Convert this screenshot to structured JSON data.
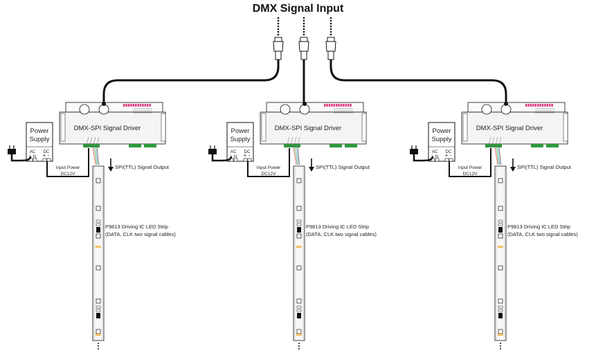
{
  "title": "DMX Signal Input",
  "driver_label": "DMX-SPI Signal Driver",
  "power_supply": {
    "line1": "Power",
    "line2": "Supply",
    "ac": "AC",
    "dc": "DC",
    "l": "L",
    "n": "N",
    "plus": "+",
    "minus": "-"
  },
  "input_power": {
    "line1": "Input Power",
    "line2": "DC12V"
  },
  "spi_output": "SPI(TTL) Signal Output",
  "strip_label": {
    "line1": "P9813 Driving IC LED Strip",
    "line2": "(DATA, CLK two signal cables)"
  },
  "modules": [
    {
      "id": "left"
    },
    {
      "id": "middle"
    },
    {
      "id": "right"
    }
  ],
  "colors": {
    "line": "#111111",
    "panel": "#f4f4f4",
    "pink_dots": "#e0367a",
    "green_terminal": "#2e9a3c",
    "strip_fill": "#f7f7f7",
    "strip_pads": "#f5a623"
  }
}
